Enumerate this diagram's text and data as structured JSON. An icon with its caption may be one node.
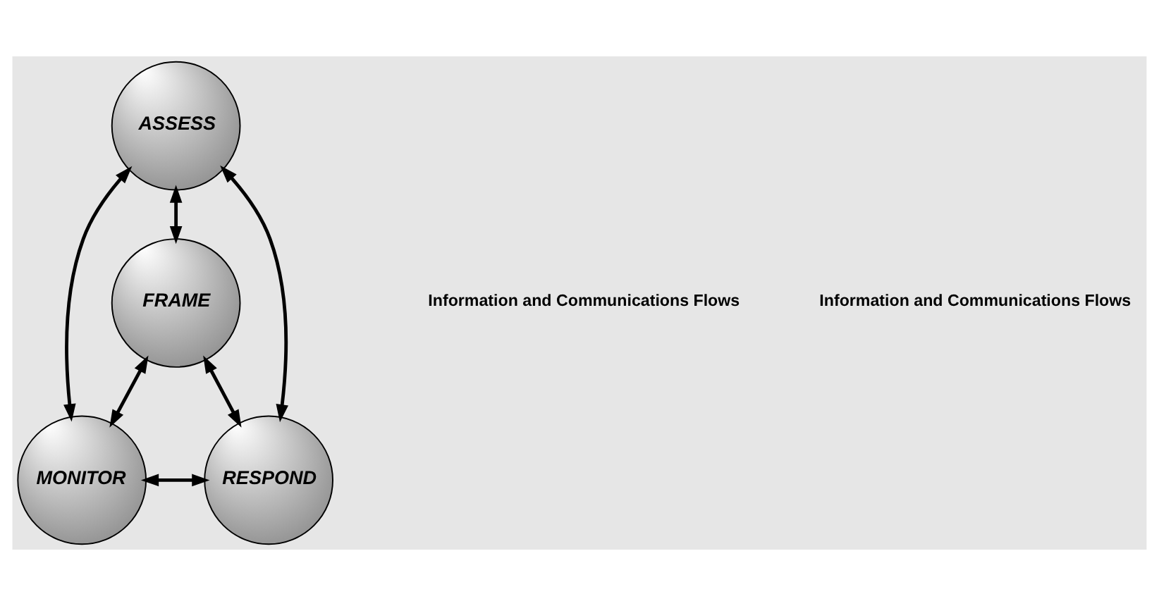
{
  "diagram": {
    "nodes": [
      {
        "text": [
          "ASSESS"
        ]
      },
      {
        "text": [
          "FRAME"
        ]
      },
      {
        "text": [
          "MONITOR"
        ]
      },
      {
        "text": [
          "RESPOND"
        ]
      }
    ],
    "edges": [
      {
        "from": 0,
        "to": 1,
        "arrow": "both"
      },
      {
        "from": 0,
        "to": 2,
        "arrow": "both"
      },
      {
        "from": 0,
        "to": 3,
        "arrow": "both"
      },
      {
        "from": 1,
        "to": 2,
        "arrow": "both"
      },
      {
        "from": 1,
        "to": 3,
        "arrow": "both"
      },
      {
        "from": 2,
        "to": 3,
        "arrow": "both"
      }
    ],
    "labels": [
      "Information and Communications Flows",
      "Information and Communications Flows"
    ]
  }
}
